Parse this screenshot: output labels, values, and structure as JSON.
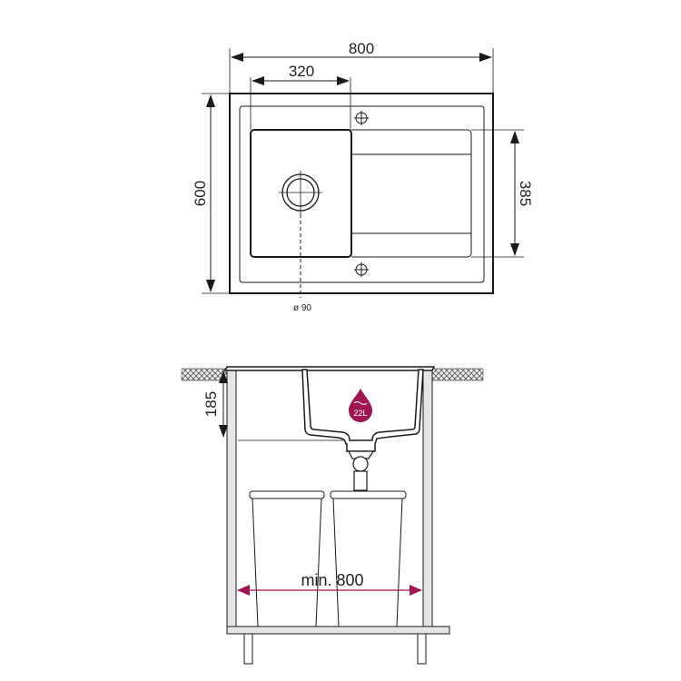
{
  "top_view": {
    "width_label": "800",
    "bowl_width_label": "320",
    "depth_label": "600",
    "drainer_label": "385",
    "drain_label": "ø 90"
  },
  "side_view": {
    "bowl_depth_label": "185",
    "volume_badge": "22L",
    "cabinet_label": "min. 800"
  },
  "colors": {
    "accent": "#9e1650",
    "line": "#1a1a1a",
    "panel": "#e6e6e6"
  }
}
